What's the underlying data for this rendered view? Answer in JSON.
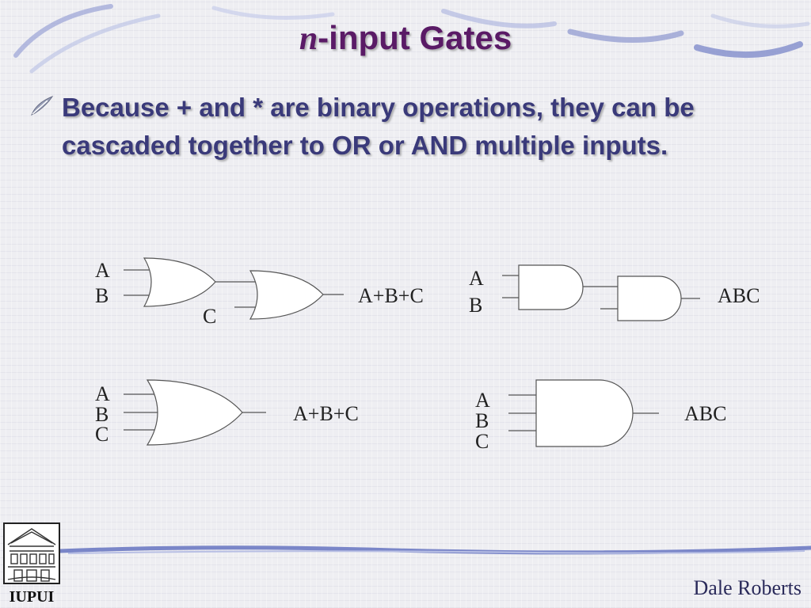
{
  "slide": {
    "title_n": "n",
    "title_rest": "-input Gates",
    "bullet": "Because + and * are binary operations, they can be cascaded together to OR or AND multiple inputs.",
    "author": "Dale Roberts",
    "logo_text": "IUPUI"
  },
  "colors": {
    "title": "#5a1a66",
    "bullet_text": "#3a3a7a",
    "accent_blue": "#7a86c8"
  },
  "diagram": {
    "cascaded_or": {
      "inputs": [
        "A",
        "B",
        "C"
      ],
      "output": "A+B+C"
    },
    "cascaded_and": {
      "inputs": [
        "A",
        "B"
      ],
      "output": "ABC"
    },
    "three_input_or": {
      "inputs": [
        "A",
        "B",
        "C"
      ],
      "output": "A+B+C"
    },
    "three_input_and": {
      "inputs": [
        "A",
        "B",
        "C"
      ],
      "output": "ABC"
    }
  }
}
